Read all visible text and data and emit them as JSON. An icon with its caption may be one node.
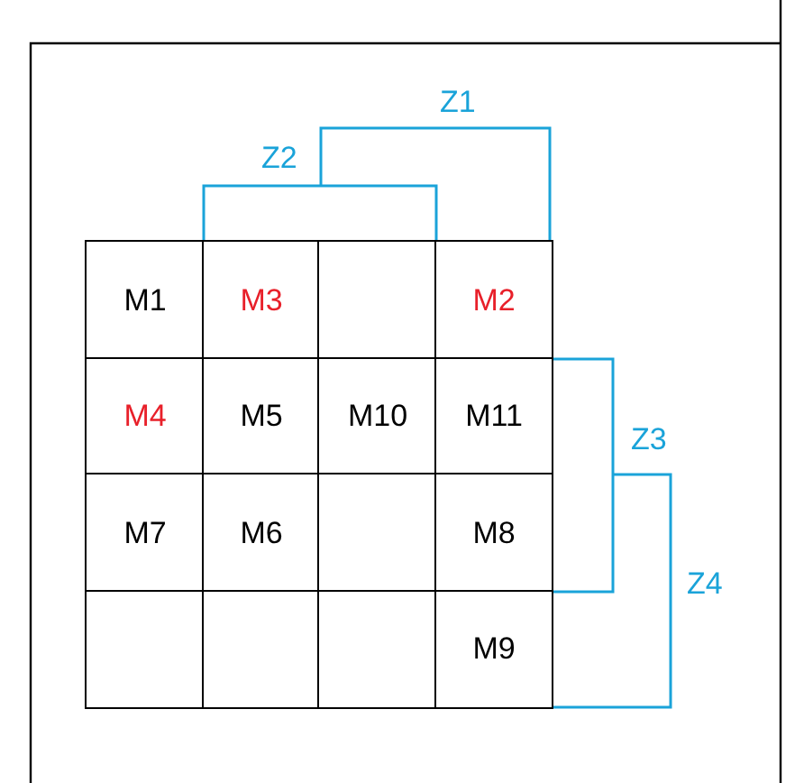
{
  "diagram": {
    "nodes": [
      {
        "text": [
          "M1"
        ]
      },
      {
        "text": [
          "M3"
        ]
      },
      {
        "text": [],
        "shape": "box"
      },
      {
        "text": [
          "M2"
        ]
      },
      {
        "text": [
          "M4"
        ]
      },
      {
        "text": [
          "M5"
        ]
      },
      {
        "text": [
          "M10"
        ]
      },
      {
        "text": [
          "M11"
        ]
      },
      {
        "text": [
          "M7"
        ]
      },
      {
        "text": [
          "M6"
        ]
      },
      {
        "text": [],
        "shape": "box"
      },
      {
        "text": [
          "M8"
        ]
      },
      {
        "text": [],
        "shape": "box"
      },
      {
        "text": [],
        "shape": "box"
      },
      {
        "text": [],
        "shape": "box"
      },
      {
        "text": [
          "M9"
        ]
      }
    ],
    "labels": [
      "Z1",
      "Z2",
      "Z3",
      "Z4"
    ]
  }
}
